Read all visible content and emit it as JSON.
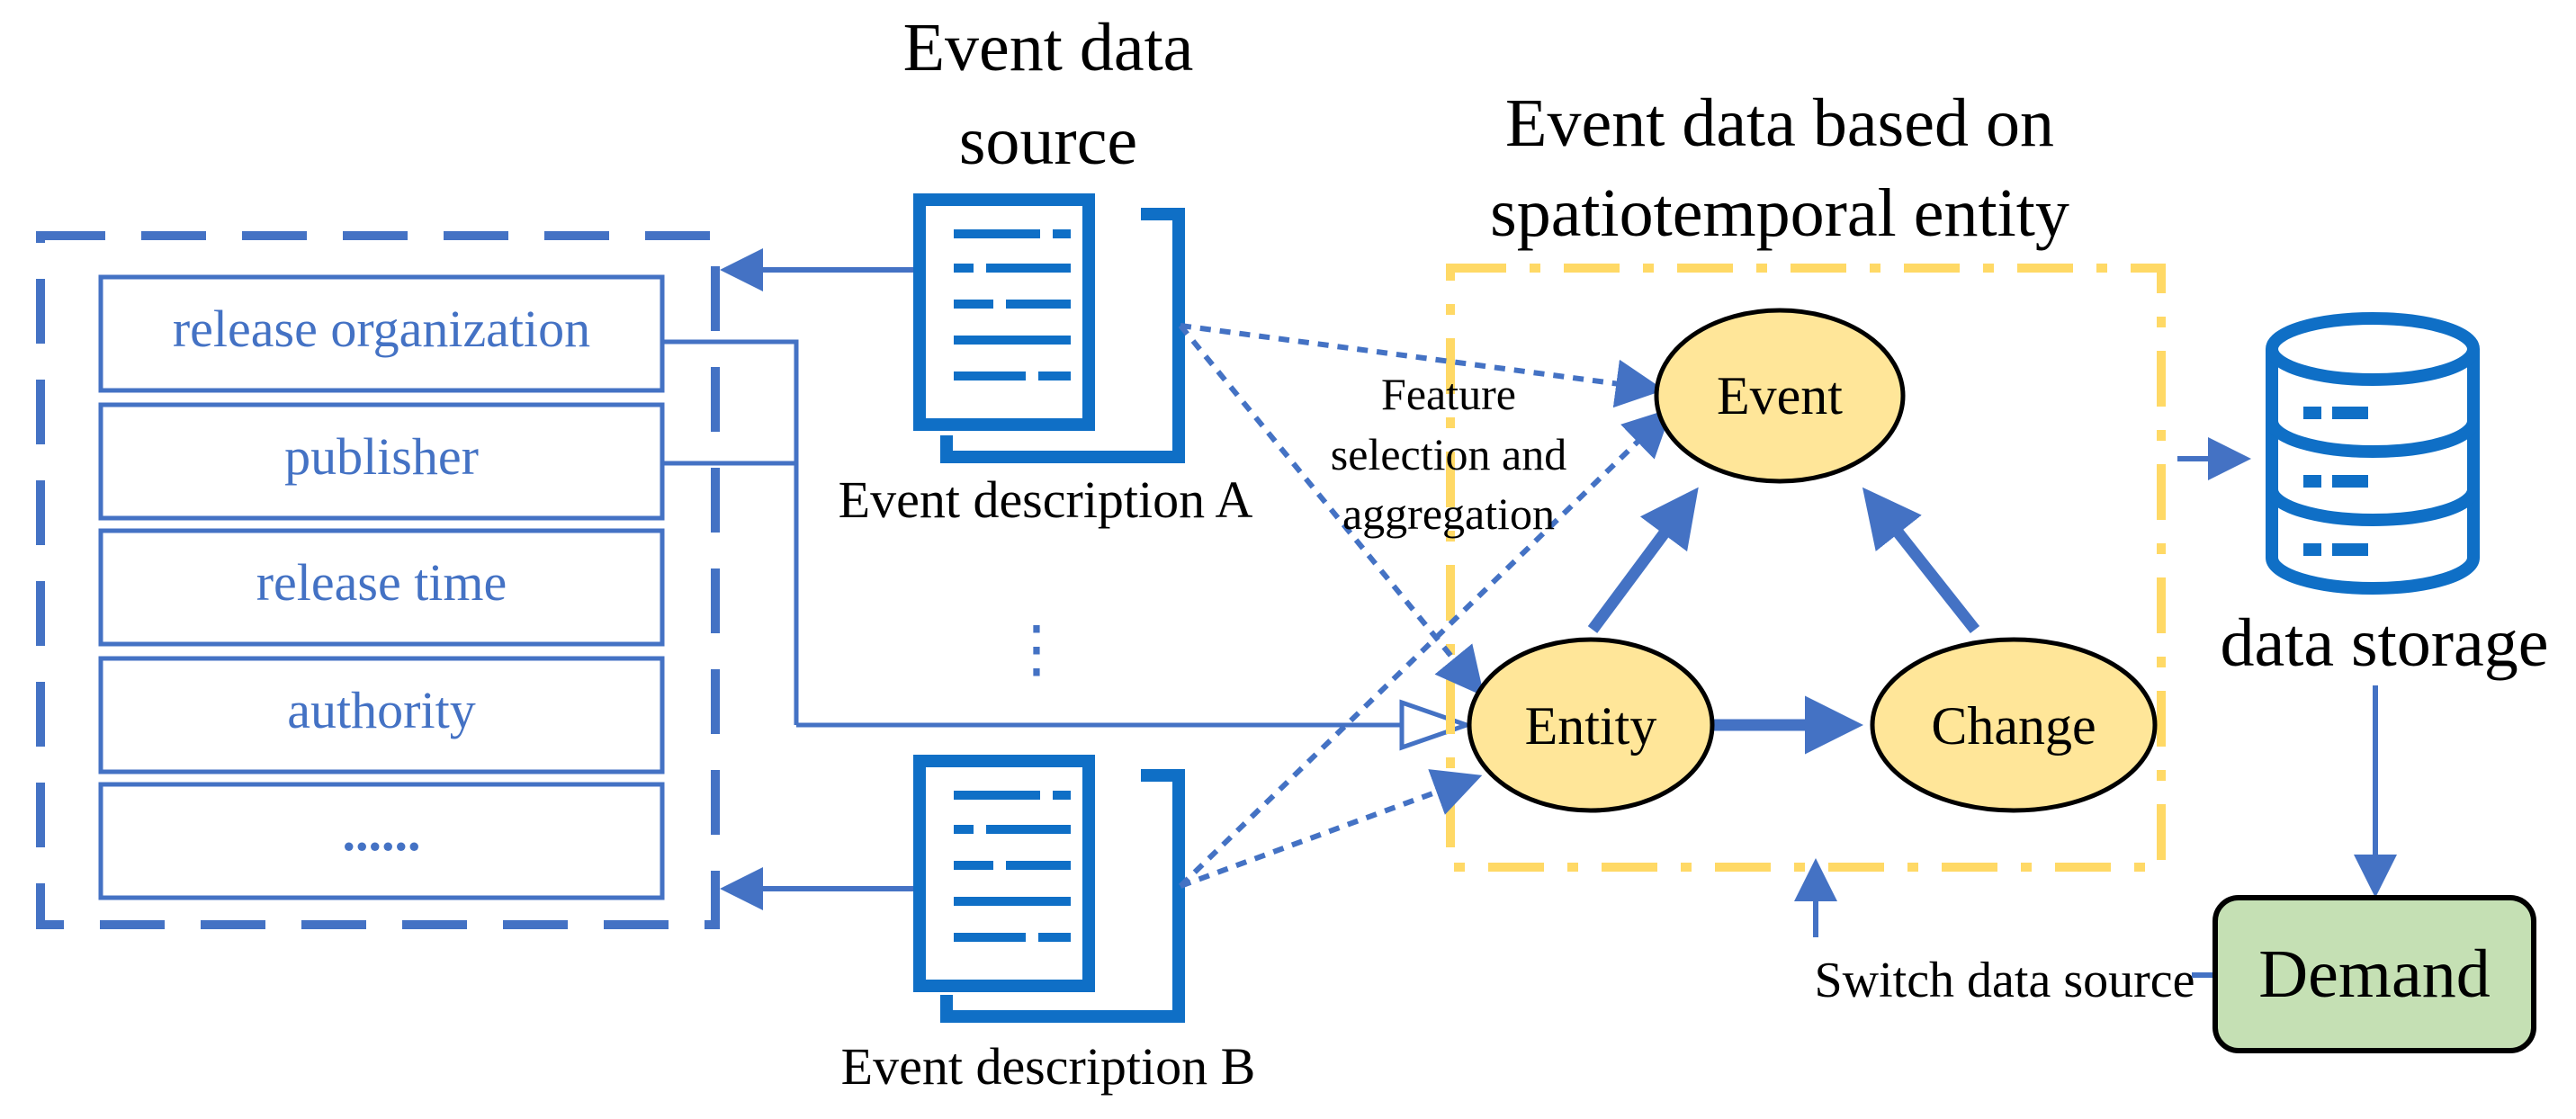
{
  "titles": {
    "source_line1": "Event data",
    "source_line2": "source",
    "entity_line1": "Event data based on",
    "entity_line2": "spatiotemporal entity"
  },
  "attribute_list": {
    "items": [
      "release organization",
      "publisher",
      "release time",
      "authority",
      "......"
    ]
  },
  "documents": {
    "a_label": "Event description A",
    "b_label": "Event description B",
    "ellipsis": "⋮"
  },
  "annotation": {
    "line1": "Feature",
    "line2": "selection and",
    "line3": "aggregation"
  },
  "nodes": {
    "event": "Event",
    "entity": "Entity",
    "change": "Change"
  },
  "storage": {
    "label": "data storage"
  },
  "demand": {
    "label": "Demand"
  },
  "switch": {
    "label": "Switch data source"
  },
  "colors": {
    "blue": "#4472C4",
    "doc_blue": "#0F6FC6",
    "node_fill": "#FFE699",
    "dash_yellow": "#FFD966",
    "demand_fill": "#C5E0B4"
  }
}
